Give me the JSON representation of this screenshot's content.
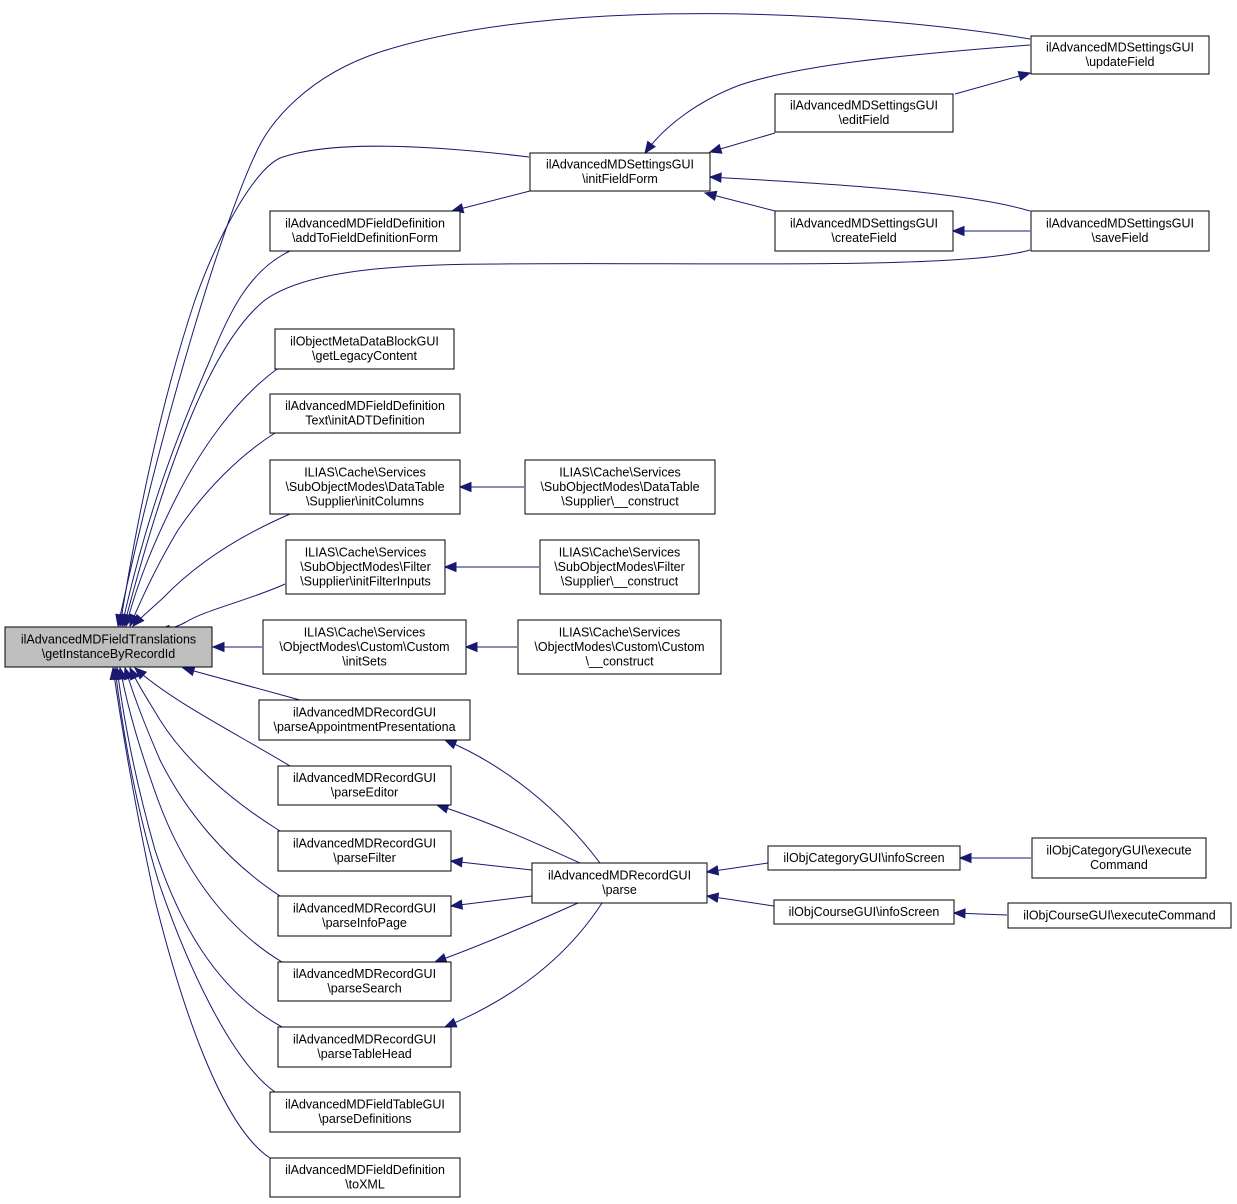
{
  "nodes": [
    {
      "id": "focus",
      "lines": [
        "ilAdvancedMDFieldTranslations",
        "\\getInstanceByRecordId"
      ],
      "focus": true
    },
    {
      "id": "updateField",
      "lines": [
        "ilAdvancedMDSettingsGUI",
        "\\updateField"
      ]
    },
    {
      "id": "editField",
      "lines": [
        "ilAdvancedMDSettingsGUI",
        "\\editField"
      ]
    },
    {
      "id": "initFieldForm",
      "lines": [
        "ilAdvancedMDSettingsGUI",
        "\\initFieldForm"
      ]
    },
    {
      "id": "addToFieldDefinitionForm",
      "lines": [
        "ilAdvancedMDFieldDefinition",
        "\\addToFieldDefinitionForm"
      ]
    },
    {
      "id": "createField",
      "lines": [
        "ilAdvancedMDSettingsGUI",
        "\\createField"
      ]
    },
    {
      "id": "saveField",
      "lines": [
        "ilAdvancedMDSettingsGUI",
        "\\saveField"
      ]
    },
    {
      "id": "getLegacyContent",
      "lines": [
        "ilObjectMetaDataBlockGUI",
        "\\getLegacyContent"
      ]
    },
    {
      "id": "initADTDefinition",
      "lines": [
        "ilAdvancedMDFieldDefinition",
        "Text\\initADTDefinition"
      ]
    },
    {
      "id": "dtInitColumns",
      "lines": [
        "ILIAS\\Cache\\Services",
        "\\SubObjectModes\\DataTable",
        "\\Supplier\\initColumns"
      ]
    },
    {
      "id": "dtConstruct",
      "lines": [
        "ILIAS\\Cache\\Services",
        "\\SubObjectModes\\DataTable",
        "\\Supplier\\__construct"
      ]
    },
    {
      "id": "fInitFilterInputs",
      "lines": [
        "ILIAS\\Cache\\Services",
        "\\SubObjectModes\\Filter",
        "\\Supplier\\initFilterInputs"
      ]
    },
    {
      "id": "fConstruct",
      "lines": [
        "ILIAS\\Cache\\Services",
        "\\SubObjectModes\\Filter",
        "\\Supplier\\__construct"
      ]
    },
    {
      "id": "cInitSets",
      "lines": [
        "ILIAS\\Cache\\Services",
        "\\ObjectModes\\Custom\\Custom",
        "\\initSets"
      ]
    },
    {
      "id": "cConstruct",
      "lines": [
        "ILIAS\\Cache\\Services",
        "\\ObjectModes\\Custom\\Custom",
        "\\__construct"
      ]
    },
    {
      "id": "parseAppointment",
      "lines": [
        "ilAdvancedMDRecordGUI",
        "\\parseAppointmentPresentationa"
      ]
    },
    {
      "id": "parseEditor",
      "lines": [
        "ilAdvancedMDRecordGUI",
        "\\parseEditor"
      ]
    },
    {
      "id": "parseFilter",
      "lines": [
        "ilAdvancedMDRecordGUI",
        "\\parseFilter"
      ]
    },
    {
      "id": "parseInfoPage",
      "lines": [
        "ilAdvancedMDRecordGUI",
        "\\parseInfoPage"
      ]
    },
    {
      "id": "parseSearch",
      "lines": [
        "ilAdvancedMDRecordGUI",
        "\\parseSearch"
      ]
    },
    {
      "id": "parseTableHead",
      "lines": [
        "ilAdvancedMDRecordGUI",
        "\\parseTableHead"
      ]
    },
    {
      "id": "parse",
      "lines": [
        "ilAdvancedMDRecordGUI",
        "\\parse"
      ]
    },
    {
      "id": "catInfoScreen",
      "lines": [
        "ilObjCategoryGUI\\infoScreen"
      ]
    },
    {
      "id": "catExecute",
      "lines": [
        "ilObjCategoryGUI\\execute",
        "Command"
      ]
    },
    {
      "id": "crsInfoScreen",
      "lines": [
        "ilObjCourseGUI\\infoScreen"
      ]
    },
    {
      "id": "crsExecute",
      "lines": [
        "ilObjCourseGUI\\executeCommand"
      ]
    },
    {
      "id": "parseDefinitions",
      "lines": [
        "ilAdvancedMDFieldTableGUI",
        "\\parseDefinitions"
      ]
    },
    {
      "id": "toXML",
      "lines": [
        "ilAdvancedMDFieldDefinition",
        "\\toXML"
      ]
    }
  ],
  "edges": [
    {
      "from": "updateField",
      "to": "focus"
    },
    {
      "from": "initFieldForm",
      "to": "focus"
    },
    {
      "from": "addToFieldDefinitionForm",
      "to": "focus"
    },
    {
      "from": "saveField",
      "to": "focus"
    },
    {
      "from": "getLegacyContent",
      "to": "focus"
    },
    {
      "from": "initADTDefinition",
      "to": "focus"
    },
    {
      "from": "dtInitColumns",
      "to": "focus"
    },
    {
      "from": "fInitFilterInputs",
      "to": "focus"
    },
    {
      "from": "cInitSets",
      "to": "focus"
    },
    {
      "from": "parseAppointment",
      "to": "focus"
    },
    {
      "from": "parseEditor",
      "to": "focus"
    },
    {
      "from": "parseFilter",
      "to": "focus"
    },
    {
      "from": "parseInfoPage",
      "to": "focus"
    },
    {
      "from": "parseSearch",
      "to": "focus"
    },
    {
      "from": "parseTableHead",
      "to": "focus"
    },
    {
      "from": "parseDefinitions",
      "to": "focus"
    },
    {
      "from": "toXML",
      "to": "focus"
    },
    {
      "from": "editField",
      "to": "updateField"
    },
    {
      "from": "editField",
      "to": "initFieldForm"
    },
    {
      "from": "updateField",
      "to": "initFieldForm"
    },
    {
      "from": "saveField",
      "to": "initFieldForm"
    },
    {
      "from": "createField",
      "to": "initFieldForm"
    },
    {
      "from": "initFieldForm",
      "to": "addToFieldDefinitionForm"
    },
    {
      "from": "saveField",
      "to": "createField"
    },
    {
      "from": "dtConstruct",
      "to": "dtInitColumns"
    },
    {
      "from": "fConstruct",
      "to": "fInitFilterInputs"
    },
    {
      "from": "cConstruct",
      "to": "cInitSets"
    },
    {
      "from": "parse",
      "to": "parseAppointment"
    },
    {
      "from": "parse",
      "to": "parseEditor"
    },
    {
      "from": "parse",
      "to": "parseFilter"
    },
    {
      "from": "parse",
      "to": "parseInfoPage"
    },
    {
      "from": "parse",
      "to": "parseSearch"
    },
    {
      "from": "parse",
      "to": "parseTableHead"
    },
    {
      "from": "catInfoScreen",
      "to": "parse"
    },
    {
      "from": "crsInfoScreen",
      "to": "parse"
    },
    {
      "from": "catExecute",
      "to": "catInfoScreen"
    },
    {
      "from": "crsExecute",
      "to": "crsInfoScreen"
    }
  ]
}
